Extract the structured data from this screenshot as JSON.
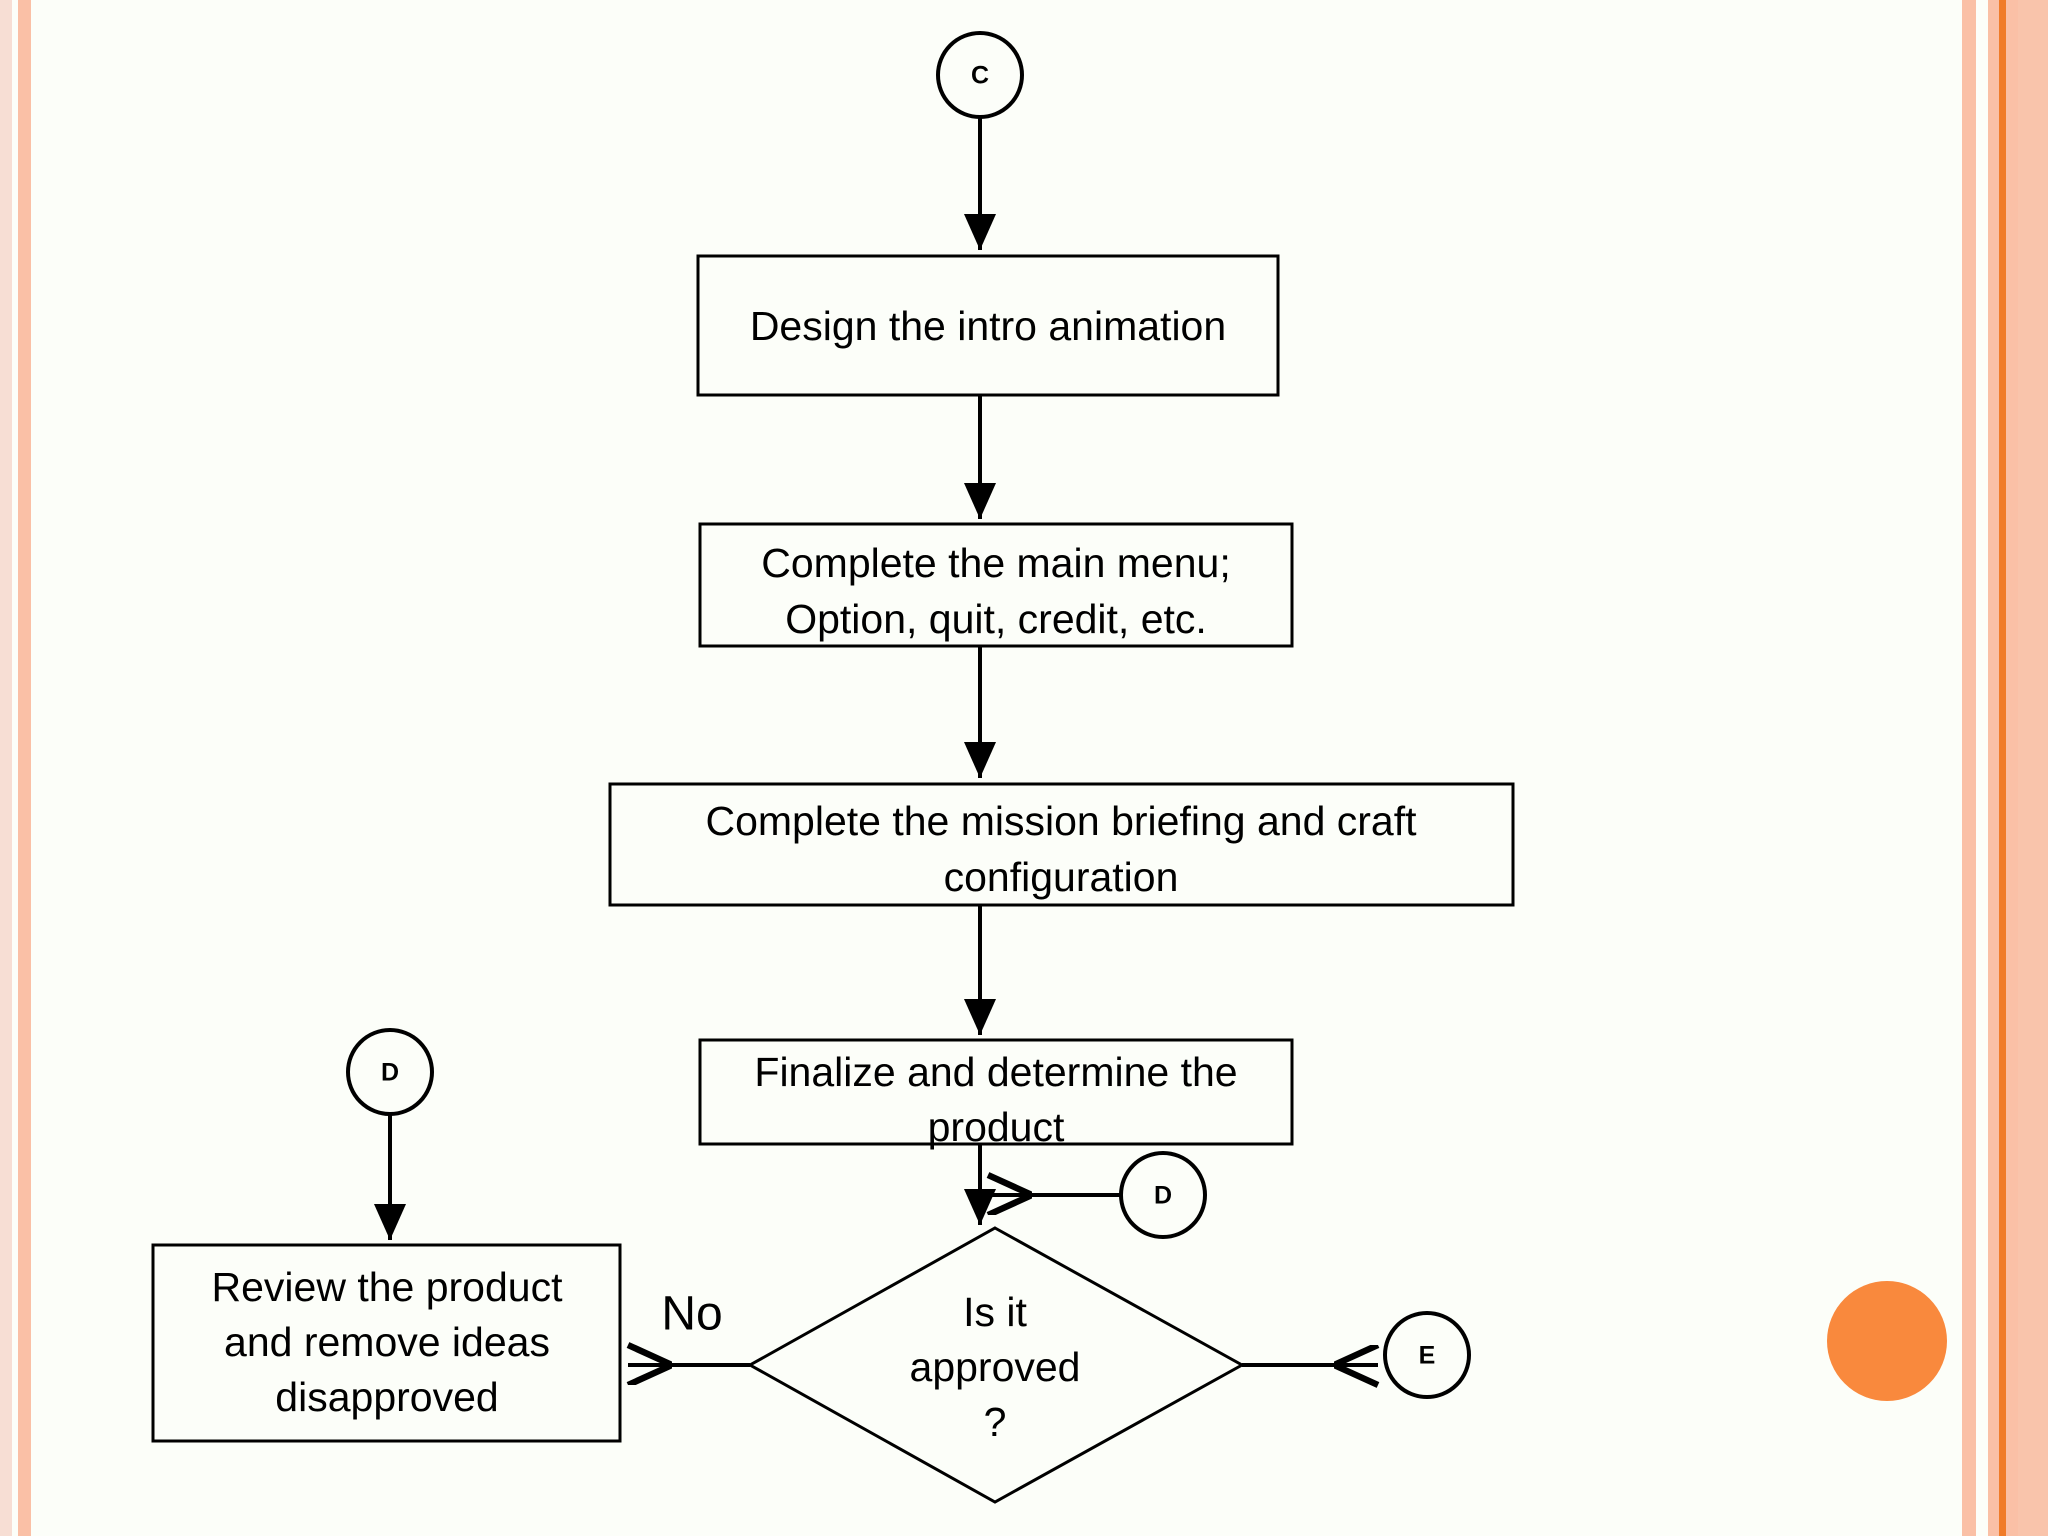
{
  "slide": {
    "background_color": "#FCFEF9",
    "accent_color": "#F9893D",
    "border_stripe_light": "#F7DED4",
    "border_stripe_salmon": "#FAC0A6",
    "border_stripe_orange": "#F07C29"
  },
  "chart_data": {
    "type": "diagram",
    "subtype": "flowchart",
    "title": "",
    "nodes": [
      {
        "id": "C",
        "shape": "connector",
        "label": "C"
      },
      {
        "id": "n1",
        "shape": "process",
        "label": "Design the intro animation"
      },
      {
        "id": "n2",
        "shape": "process",
        "label": "Complete the main menu;\nOption, quit, credit, etc."
      },
      {
        "id": "n3",
        "shape": "process",
        "label": "Complete the mission briefing and craft\nconfiguration"
      },
      {
        "id": "n4",
        "shape": "process",
        "label": "Finalize and determine the\nproduct"
      },
      {
        "id": "dL",
        "shape": "connector",
        "label": "D"
      },
      {
        "id": "dR",
        "shape": "connector",
        "label": "D"
      },
      {
        "id": "n5",
        "shape": "process",
        "label": "Review the product\nand remove ideas\ndisapproved"
      },
      {
        "id": "dec",
        "shape": "decision",
        "label": "Is it\napproved\n?"
      },
      {
        "id": "E",
        "shape": "connector",
        "label": "E"
      }
    ],
    "edges": [
      {
        "from": "C",
        "to": "n1",
        "label": ""
      },
      {
        "from": "n1",
        "to": "n2",
        "label": ""
      },
      {
        "from": "n2",
        "to": "n3",
        "label": ""
      },
      {
        "from": "n3",
        "to": "n4",
        "label": ""
      },
      {
        "from": "n4",
        "to": "dec",
        "label": ""
      },
      {
        "from": "dR",
        "to": "dec",
        "label": ""
      },
      {
        "from": "dL",
        "to": "n5",
        "label": ""
      },
      {
        "from": "dec",
        "to": "n5",
        "label": "No"
      },
      {
        "from": "dec",
        "to": "E",
        "label": ""
      }
    ]
  },
  "nodes": {
    "connector_c": "C",
    "box1": "Design the intro animation",
    "box2_line1": "Complete the main menu;",
    "box2_line2": "Option, quit, credit, etc.",
    "box3_line1": "Complete the mission briefing and craft",
    "box3_line2": "configuration",
    "box4_line1": "Finalize and determine the",
    "box4_line2": "product",
    "connector_d_left": "D",
    "connector_d_right": "D",
    "box5_line1": "Review the product",
    "box5_line2": "and remove ideas",
    "box5_line3": "disapproved",
    "decision_line1": "Is it",
    "decision_line2": "approved",
    "decision_line3": "?",
    "connector_e": "E"
  },
  "labels": {
    "no_branch": "No"
  }
}
